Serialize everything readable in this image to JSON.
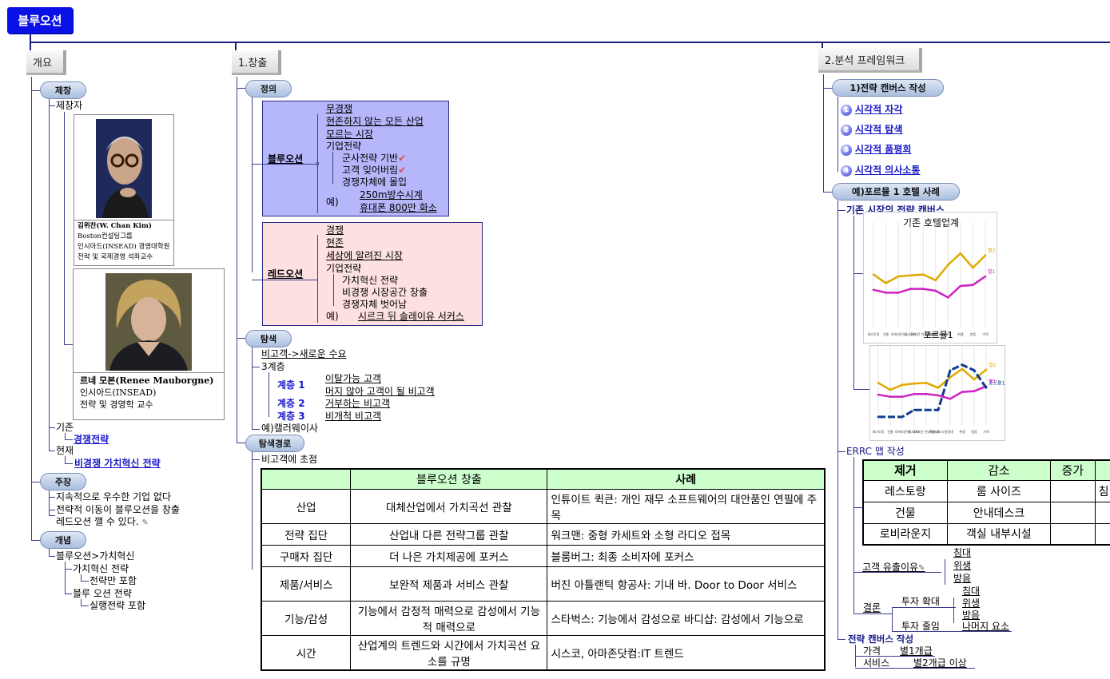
{
  "root": {
    "label": "블루오션"
  },
  "overview": {
    "title": "개요",
    "founding": {
      "label": "제창",
      "founders_label": "제창자",
      "founder1": {
        "lines": [
          "김위찬(W. Chan Kim)",
          "Boston컨설팅그룹",
          "인시아드(INSEAD) 경영대학원",
          "전략 및 국제경영 석좌교수"
        ]
      },
      "founder2": {
        "lines": [
          "르네 모본(Renee Mauborgne)",
          "인시아드(INSEAD)",
          "전략 및 경영학 교수"
        ]
      },
      "existing_label": "기존",
      "existing_value": "경쟁전략",
      "current_label": "현재",
      "current_value": "비경쟁 가치혁신 전략"
    },
    "claim": {
      "label": "주장",
      "items": [
        "지속적으로 우수한 기업 없다",
        "전략적 이동이 블루오션을 창출",
        "레드오션 깰 수 있다."
      ]
    },
    "concept": {
      "label": "개념",
      "root": "블루오션>가치혁신",
      "items": [
        "가치혁신 전략",
        "전략만 포함",
        "블루 오션 전략",
        "실행전략 포함"
      ]
    }
  },
  "creation": {
    "title": "1.창출",
    "definition": {
      "label": "정의",
      "blue": {
        "label": "블루오션",
        "items": [
          "무경쟁",
          "현존하지 않는 모든 산업",
          "모르는 시장",
          "기업전략"
        ],
        "strategy": [
          "군사전략 기반",
          "고객 잊어버림",
          "경쟁자체에 몰입"
        ],
        "example_label": "예)",
        "examples": [
          "250m방수시계",
          "휴대폰 800만 화소"
        ]
      },
      "red": {
        "label": "레드오션",
        "items": [
          "경쟁",
          "현존",
          "세상에 알려진 시장",
          "기업전략"
        ],
        "strategy": [
          "가치혁신 전략",
          "비경쟁 시장공간 창출",
          "경쟁자체 벗어남"
        ],
        "example_label": "예)",
        "examples": [
          "시르크 뒤 솔레이유 서커스"
        ]
      }
    },
    "search": {
      "label": "탐색",
      "items": [
        "비고객->새로운 수요",
        "3계층"
      ],
      "tiers": [
        {
          "label": "계층 1",
          "values": [
            "이탈가능 고객",
            "머지 않아 고객이 될 비고객"
          ]
        },
        {
          "label": "계층 2",
          "values": [
            "거부하는 비고객"
          ]
        },
        {
          "label": "계층 3",
          "values": [
            "비개척 비고객"
          ]
        }
      ],
      "example": "예)캘러웨이사"
    },
    "path": {
      "label": "탐색경로",
      "focus": "비고객에 초점",
      "table": {
        "headers": [
          "",
          "블루오션 창출",
          "사례"
        ],
        "rows": [
          [
            "산업",
            "대체산업에서 가치곡선 관찰",
            "인튜이트 퀵큰: 개인 재무 소프트웨어의 대안품인 연필에 주목"
          ],
          [
            "전략 집단",
            "산업내 다른 전략그룹 관찰",
            "워크맨: 중형 카세트와 소형 라디오 접목"
          ],
          [
            "구매자 집단",
            "더 나은 가치제공에 포커스",
            "블룸버그: 최종 소비자에 포커스"
          ],
          [
            "제품/서비스",
            "보완적 제품과 서비스 관찰",
            "버진 아틀랜틱 항공사: 기내 바. Door to Door 서비스"
          ],
          [
            "기능/감성",
            "기능에서 감정적 매력으로 감성에서 기능적 매력으로",
            "스타벅스: 기능에서 감성으로 바디샵: 감성에서 기능으로"
          ],
          [
            "시간",
            "산업계의 트렌드와 시간에서 가치곡선 요소를 규명",
            "시스코, 아마존닷컴:IT 트렌드"
          ]
        ]
      }
    }
  },
  "framework": {
    "title": "2.분석 프레임워크",
    "canvas": {
      "label": "1)전략 캔버스 작성",
      "steps": [
        {
          "num": "1",
          "label": "시각적 자각"
        },
        {
          "num": "2",
          "label": "시각적 탐색"
        },
        {
          "num": "3",
          "label": "시각적 품평회"
        },
        {
          "num": "4",
          "label": "시각적 의사소통"
        }
      ]
    },
    "case": {
      "label": "예)포르뮬 1 호텔 사례",
      "existing_canvas": "기존 시장의 전략 캔버스",
      "errc_label": "ERRC 맵 작성",
      "errc_table": {
        "headers": [
          "제거",
          "감소",
          "증가",
          ""
        ],
        "rows": [
          [
            "레스토랑",
            "룸 사이즈",
            "",
            "침"
          ],
          [
            "건물",
            "안내데스크",
            "",
            ""
          ],
          [
            "로비라운지",
            "객실 내부시설",
            "",
            ""
          ]
        ]
      },
      "churn_label": "고객 유출이유",
      "churn_items": [
        "침대",
        "위생",
        "방음"
      ],
      "conclusion_label": "결론",
      "invest_up": "투자 확대",
      "invest_up_items": [
        "침대",
        "위생",
        "방음"
      ],
      "invest_down": "투자 줄임",
      "invest_down_items": [
        "나머지 요소"
      ],
      "canvas2_label": "전략 캔버스 작성",
      "canvas2_items": [
        {
          "key": "가격",
          "value": "별1개급"
        },
        {
          "key": "서비스",
          "value": "별2개급 이상"
        }
      ]
    }
  },
  "chart_data": [
    {
      "type": "line",
      "title": "기존 호텔업계",
      "categories": [
        "레스토랑",
        "건물",
        "로비라운지",
        "룸사이즈",
        "24시간 안내데스크",
        "객실내부시설",
        "침대",
        "위생",
        "방음",
        "가격"
      ],
      "ylim": [
        0,
        10
      ],
      "series": [
        {
          "name": "별2",
          "color": "#e0a800",
          "values": [
            5.2,
            4.3,
            5.0,
            5.1,
            5.2,
            4.6,
            6.2,
            7.4,
            5.9,
            7.2
          ]
        },
        {
          "name": "별1",
          "color": "#d020c0",
          "values": [
            3.6,
            3.3,
            3.3,
            3.7,
            3.7,
            3.5,
            2.8,
            4.0,
            4.1,
            5.0
          ]
        }
      ]
    },
    {
      "type": "line",
      "title": "포르뮬1",
      "categories": [
        "레스토랑",
        "건물",
        "로비라운지",
        "룸사이즈",
        "24시간 안내데스크",
        "객실내부시설",
        "침대",
        "위생",
        "방음",
        "가격"
      ],
      "ylim": [
        0,
        10
      ],
      "series": [
        {
          "name": "별2",
          "color": "#e0a800",
          "values": [
            5.6,
            4.6,
            5.3,
            5.5,
            5.6,
            4.9,
            6.4,
            7.6,
            6.1,
            7.5
          ]
        },
        {
          "name": "별1",
          "color": "#d020c0",
          "values": [
            3.9,
            3.6,
            3.6,
            4.0,
            4.0,
            3.8,
            3.3,
            4.3,
            4.4,
            5.1
          ]
        },
        {
          "name": "포르뮬1",
          "color": "#103c90",
          "values": [
            0.7,
            0.7,
            0.7,
            1.7,
            1.7,
            1.7,
            7.4,
            8.2,
            7.4,
            4.9
          ]
        }
      ]
    }
  ]
}
